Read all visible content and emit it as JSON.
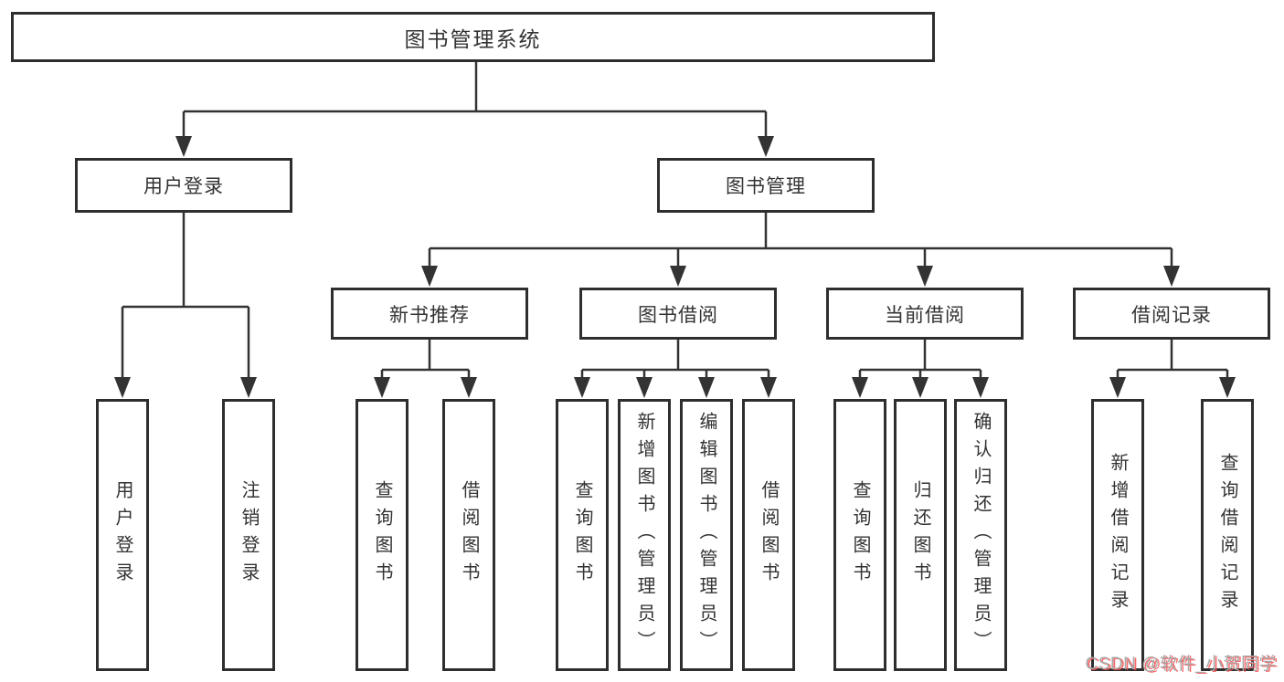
{
  "diagram": {
    "root": {
      "label": "图书管理系统"
    },
    "branches": [
      {
        "label": "用户登录",
        "children": [
          {
            "label": "用户登录"
          },
          {
            "label": "注销登录"
          }
        ]
      },
      {
        "label": "图书管理",
        "children": [
          {
            "label": "新书推荐",
            "children": [
              {
                "label": "查询图书"
              },
              {
                "label": "借阅图书"
              }
            ]
          },
          {
            "label": "图书借阅",
            "children": [
              {
                "label": "查询图书"
              },
              {
                "label": "新增图书（管理员）"
              },
              {
                "label": "编辑图书（管理员）"
              },
              {
                "label": "借阅图书"
              }
            ]
          },
          {
            "label": "当前借阅",
            "children": [
              {
                "label": "查询图书"
              },
              {
                "label": "归还图书"
              },
              {
                "label": "确认归还（管理员）"
              }
            ]
          },
          {
            "label": "借阅记录",
            "children": [
              {
                "label": "新增借阅记录"
              },
              {
                "label": "查询借阅记录"
              }
            ]
          }
        ]
      }
    ],
    "colors": {
      "line": "#333333",
      "box_border": "#2e2e2e",
      "text": "#333333",
      "background": "#ffffff"
    }
  },
  "watermark": {
    "text": "CSDN @软件_小贺同学",
    "color": "#a8a8a8",
    "shadow_color": "#fc4d4d"
  }
}
